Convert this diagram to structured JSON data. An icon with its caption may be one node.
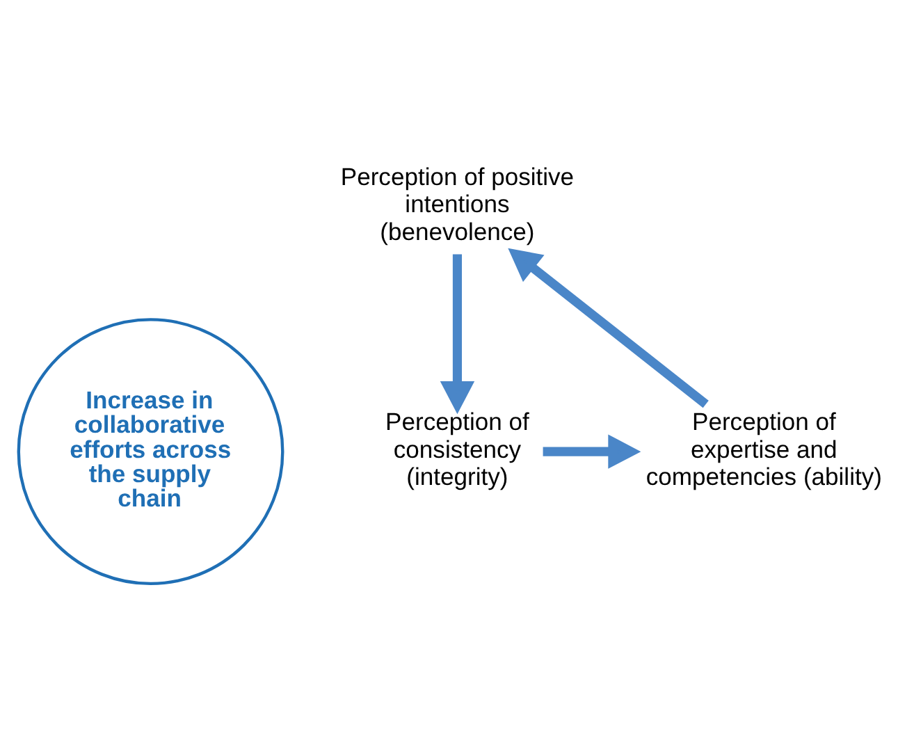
{
  "diagram": {
    "nodes": [
      {
        "text": [
          "Increase in collaborative efforts across the supply chain"
        ]
      },
      {
        "text": [
          "Perception of positive intentions (benevolence)"
        ]
      },
      {
        "text": [
          "Perception of consistency (integrity)"
        ]
      },
      {
        "text": [
          "Perception of expertise and competencies (ability)"
        ]
      }
    ],
    "edges": [
      {
        "from": 1,
        "to": 2,
        "arrow": "to"
      },
      {
        "from": 2,
        "to": 3,
        "arrow": "to"
      },
      {
        "from": 3,
        "to": 1,
        "arrow": "to"
      }
    ]
  }
}
